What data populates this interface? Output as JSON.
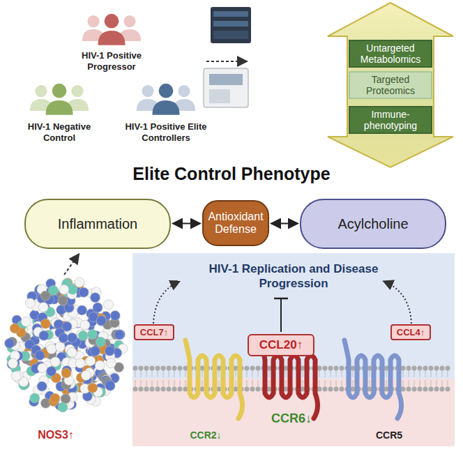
{
  "diagram": {
    "title": "Elite Control Phenotype",
    "nodes": [
      {
        "text": [
          "Untargeted Metabolomics"
        ]
      },
      {
        "text": [
          "Targeted Proteomics"
        ]
      },
      {
        "text": [
          "Immune-phenotyping"
        ]
      },
      {
        "text": [
          "Inflammation"
        ]
      },
      {
        "text": [
          "Antioxidant Defense"
        ]
      },
      {
        "text": [
          "Acylcholine"
        ]
      },
      {
        "text": [
          "HIV-1 Replication and Disease Progression"
        ]
      },
      {
        "text": [
          "CCL7↑"
        ],
        "in": 6
      },
      {
        "text": [
          "CCL20↑"
        ],
        "in": 6
      },
      {
        "text": [
          "CCL4↑"
        ],
        "in": 6
      }
    ],
    "edges": [
      {
        "from": 3,
        "to": 4,
        "arrow": "both"
      },
      {
        "from": 4,
        "to": 5,
        "arrow": "both"
      }
    ],
    "labels": [
      "HIV-1 Positive Progressor",
      "HIV-1 Negative Control",
      "HIV-1 Positive Elite Controllers",
      "NOS3↑",
      "CCR2↓",
      "CCR6↓",
      "CCR5"
    ]
  }
}
